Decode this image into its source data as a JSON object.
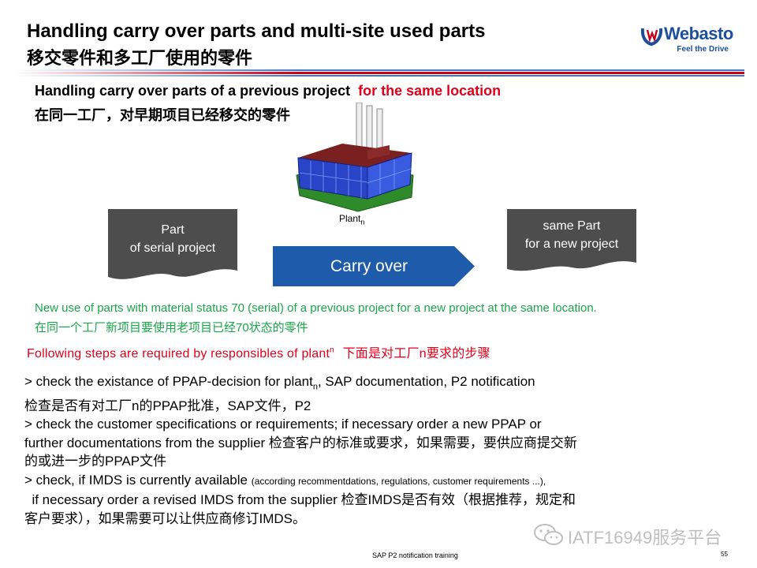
{
  "header": {
    "title_en": "Handling carry over parts and multi-site used parts",
    "title_zh": "移交零件和多工厂使用的零件",
    "logo_text": "Webasto",
    "logo_tagline": "Feel the Drive"
  },
  "intro": {
    "line1_black": "Handling  carry  over parts of a previous project",
    "line1_red": "for the same location",
    "line2": "在同一工厂，对早期项目已经移交的零件"
  },
  "diagram": {
    "left_box": [
      "Part",
      "of serial project"
    ],
    "right_box": [
      "same Part",
      "for a new project"
    ],
    "arrow_label": "Carry over",
    "plant_label": "Plant",
    "plant_sub": "n",
    "factory_icon": "factory-icon"
  },
  "green_note": {
    "en": "New use of parts with material status 70 (serial) of a previous project for a new project at the same location.",
    "zh": "在同一个工厂新项目要使用老项目已经70状态的零件"
  },
  "steps_intro": {
    "en": "Following  steps  are  required  by  responsibles  of  plant",
    "sup": "n",
    "zh": "下面是对工厂n要求的步骤"
  },
  "steps": {
    "s1_a": "> check the existance of PPAP-decision for plant",
    "s1_sub": "n",
    "s1_b": ", SAP documentation,  P2 notification",
    "s1_zh": "检查是否有对工厂n的PPAP批准，SAP文件，P2",
    "s2_a": "> check the customer specifications or requirements;   if necessary order a new PPAP  or",
    "s2_b": "further documentations  from  the supplier 检查客户的标准或要求，如果需要，要供应商提交新",
    "s2_c": "的或进一步的PPAP文件",
    "s3_a": "> check, if IMDS is currently available",
    "s3_small": "(according recommentdations, regulations, customer requirements ...),",
    "s3_b": "  if necessary order a revised IMDS from the supplier 检查IMDS是否有效（根据推荐，规定和",
    "s3_c": "客户要求），如果需要可以让供应商修订IMDS。"
  },
  "footer": {
    "text": "SAP P2 notification training",
    "page": "55"
  },
  "watermark": {
    "text": "IATF16949服务平台",
    "icon": "wechat-icon"
  },
  "colors": {
    "brand_blue": "#1c4f9c",
    "arrow_blue": "#1f5bab",
    "red": "#e2001a",
    "green": "#1aa64a",
    "doc_gray": "#4d4d4d"
  }
}
